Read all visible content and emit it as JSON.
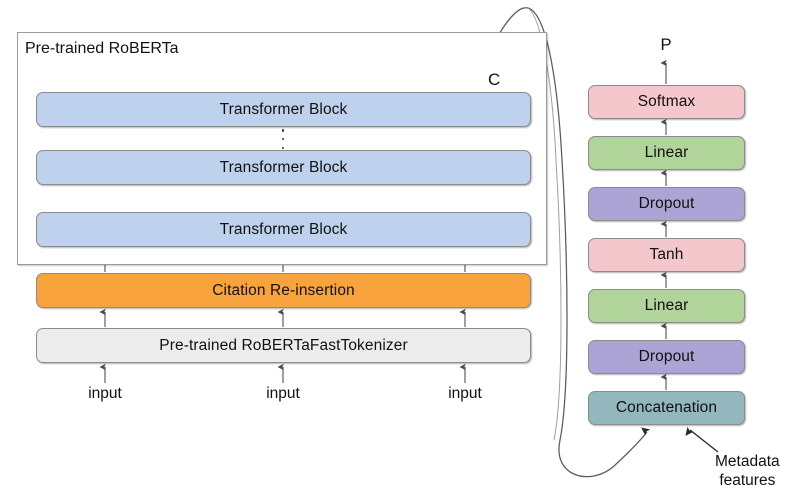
{
  "diagram": {
    "title_text": "Pre-trained RoBERTa",
    "encoder": {
      "container_label": "Pre-trained RoBERTa",
      "transformer_blocks": [
        {
          "label": "Transformer Block"
        },
        {
          "label": "Transformer Block"
        },
        {
          "label": "Transformer Block"
        }
      ],
      "ellipsis": "vertical-dots",
      "citation_block": {
        "label": "Citation Re-insertion",
        "color": "#f9a33c"
      },
      "tokenizer_block": {
        "label": "Pre-trained RoBERTaFastTokenizer",
        "color": "#ececec"
      },
      "inputs": [
        {
          "label": "input"
        },
        {
          "label": "input"
        },
        {
          "label": "input"
        }
      ]
    },
    "classifier": {
      "output_label": "P",
      "cls_token_label": "C",
      "metadata_label_line1": "Metadata",
      "metadata_label_line2": "features",
      "layers": [
        {
          "label": "Softmax",
          "color": "#f4c7cd"
        },
        {
          "label": "Linear",
          "color": "#b0d49a"
        },
        {
          "label": "Dropout",
          "color": "#aca4d4"
        },
        {
          "label": "Tanh",
          "color": "#f4c7cd"
        },
        {
          "label": "Linear",
          "color": "#b0d49a"
        },
        {
          "label": "Dropout",
          "color": "#aca4d4"
        },
        {
          "label": "Concatenation",
          "color": "#92b7bd"
        }
      ]
    },
    "colors": {
      "transformer_block": "#bed2ed",
      "citation": "#f9a33c",
      "tokenizer": "#ececec",
      "pink": "#f4c7cd",
      "green": "#b0d49a",
      "purple": "#aca4d4",
      "teal": "#92b7bd",
      "stroke": "#8c8c8c",
      "arrow": "#5a5a5a"
    }
  }
}
